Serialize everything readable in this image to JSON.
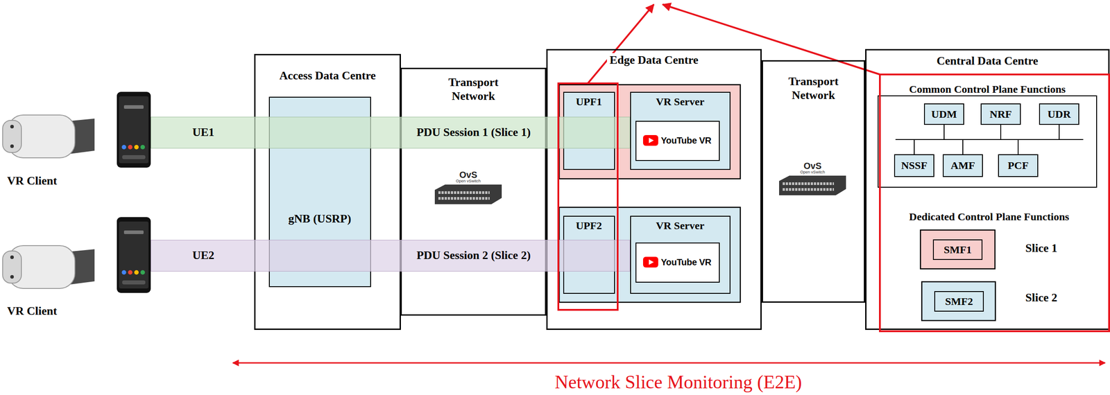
{
  "diagram": {
    "nodes": [
      {
        "text": [
          "Access Data Centre"
        ]
      },
      {
        "text": [
          "gNB (USRP)"
        ],
        "in": 0
      },
      {
        "text": [
          "Transport Network"
        ]
      },
      {
        "text": [
          "Edge Data Centre"
        ]
      },
      {
        "text": [
          "UPF1"
        ],
        "in": 3
      },
      {
        "text": [
          "VR Server"
        ],
        "in": 3
      },
      {
        "text": [
          "YouTube VR"
        ],
        "in": 5
      },
      {
        "text": [
          "UPF2"
        ],
        "in": 3
      },
      {
        "text": [
          "VR Server"
        ],
        "in": 3
      },
      {
        "text": [
          "YouTube VR"
        ],
        "in": 8
      },
      {
        "text": [
          "Transport Network"
        ]
      },
      {
        "text": [
          "Central Data Centre"
        ]
      },
      {
        "text": [
          "Common Control Plane Functions"
        ],
        "in": 11
      },
      {
        "text": [
          "UDM"
        ],
        "in": 12
      },
      {
        "text": [
          "NRF"
        ],
        "in": 12
      },
      {
        "text": [
          "UDR"
        ],
        "in": 12
      },
      {
        "text": [
          "NSSF"
        ],
        "in": 12
      },
      {
        "text": [
          "AMF"
        ],
        "in": 12
      },
      {
        "text": [
          "PCF"
        ],
        "in": 12
      },
      {
        "text": [
          "SMF1"
        ],
        "in": 11
      },
      {
        "text": [
          "SMF2"
        ],
        "in": 11
      },
      {
        "text": [
          "UE1",
          "PDU Session 1 (Slice 1)"
        ]
      },
      {
        "text": [
          "UE2",
          "PDU Session 2 (Slice 2)"
        ]
      }
    ],
    "edges": [
      {
        "from": 13,
        "to": 16,
        "arrow": "none"
      },
      {
        "from": 13,
        "to": 17,
        "arrow": "none"
      },
      {
        "from": 13,
        "to": 18,
        "arrow": "none"
      },
      {
        "from": 14,
        "to": 16,
        "arrow": "none"
      },
      {
        "from": 14,
        "to": 17,
        "arrow": "none"
      },
      {
        "from": 14,
        "to": 18,
        "arrow": "none"
      },
      {
        "from": 15,
        "to": 16,
        "arrow": "none"
      },
      {
        "from": 15,
        "to": 17,
        "arrow": "none"
      },
      {
        "from": 15,
        "to": 18,
        "arrow": "none"
      }
    ],
    "labels": [
      "VR Client",
      "VR Client",
      "Dedicated Control Plane Functions",
      "Slice 1",
      "Slice 2",
      "OvS",
      "Open vSwitch",
      "OvS",
      "Open vSwitch",
      "Network Slice Monitoring (E2E)"
    ]
  }
}
